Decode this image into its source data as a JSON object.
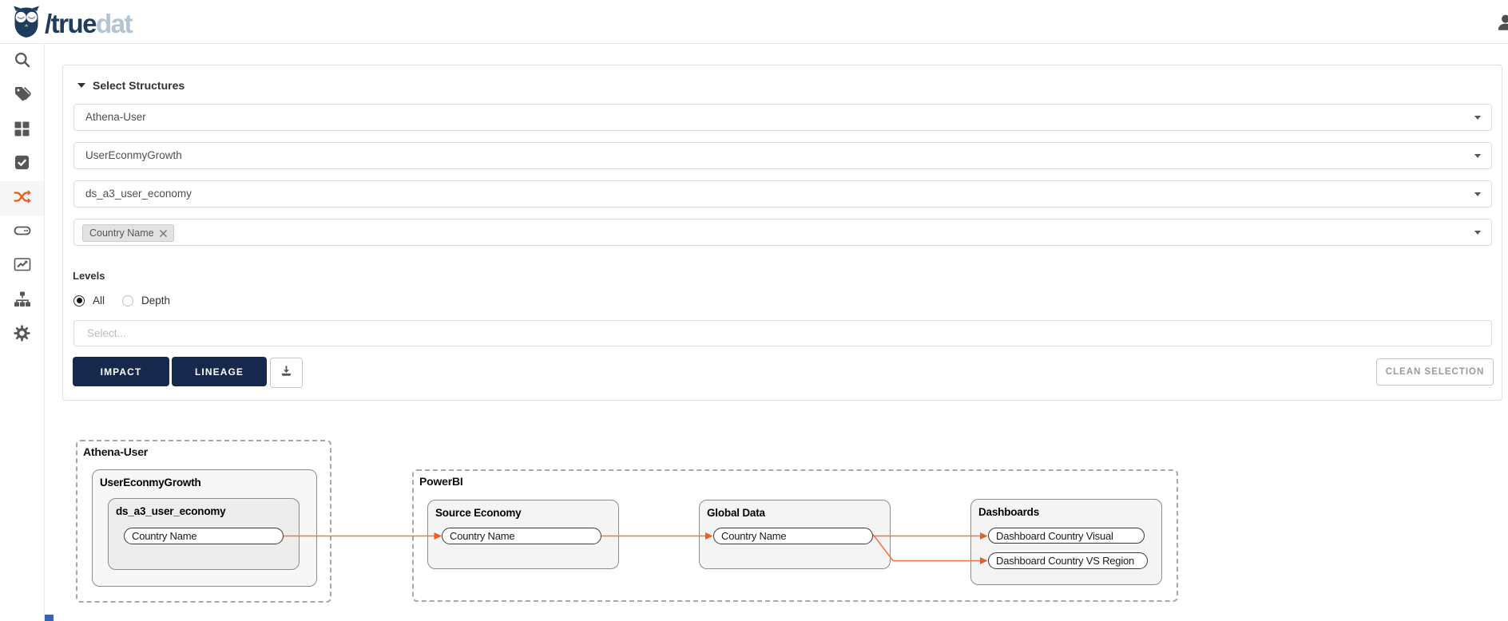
{
  "header": {
    "logo_dark": "/true",
    "logo_light": "dat"
  },
  "sidebar": {
    "items": [
      {
        "name": "search"
      },
      {
        "name": "tags"
      },
      {
        "name": "dashboards-grid"
      },
      {
        "name": "tasks"
      },
      {
        "name": "lineage",
        "active": true
      },
      {
        "name": "data-sources"
      },
      {
        "name": "quality-chart"
      },
      {
        "name": "structures-sitemap"
      },
      {
        "name": "settings"
      }
    ]
  },
  "filters": {
    "title": "Select Structures",
    "select_system": "Athena-User",
    "select_group": "UserEconmyGrowth",
    "select_structure": "ds_a3_user_economy",
    "selected_field_tag": "Country Name",
    "levels_label": "Levels",
    "radio_all_label": "All",
    "radio_depth_label": "Depth",
    "depth_select_placeholder": "Select...",
    "impact_button": "IMPACT",
    "lineage_button": "LINEAGE",
    "clean_selection_button": "CLEAN SELECTION"
  },
  "graph": {
    "systems": [
      {
        "label": "Athena-User"
      },
      {
        "label": "PowerBI"
      }
    ],
    "nodes": [
      {
        "label": "UserEconmyGrowth"
      },
      {
        "label": "ds_a3_user_economy"
      },
      {
        "label": "Source Economy"
      },
      {
        "label": "Global Data"
      },
      {
        "label": "Dashboards"
      }
    ],
    "fields": [
      {
        "label": "Country Name"
      },
      {
        "label": "Country Name"
      },
      {
        "label": "Country Name"
      },
      {
        "label": "Dashboard Country Visual"
      },
      {
        "label": "Dashboard Country VS Region"
      }
    ],
    "edges": [
      {
        "from": "Athena-User/Country Name",
        "to": "Source Economy/Country Name"
      },
      {
        "from": "Source Economy/Country Name",
        "to": "Global Data/Country Name"
      },
      {
        "from": "Global Data/Country Name",
        "to": "Dashboards/Dashboard Country Visual"
      },
      {
        "from": "Global Data/Country Name",
        "to": "Dashboards/Dashboard Country VS Region"
      }
    ]
  },
  "colors": {
    "brand_navy": "#16294d",
    "logo_navy": "#1d3c5e",
    "logo_light_blue": "#b2c3d3",
    "active_icon_orange": "#eb5a1e",
    "edge_orange": "#f0764a",
    "arrow_orange": "#ee5b26"
  }
}
